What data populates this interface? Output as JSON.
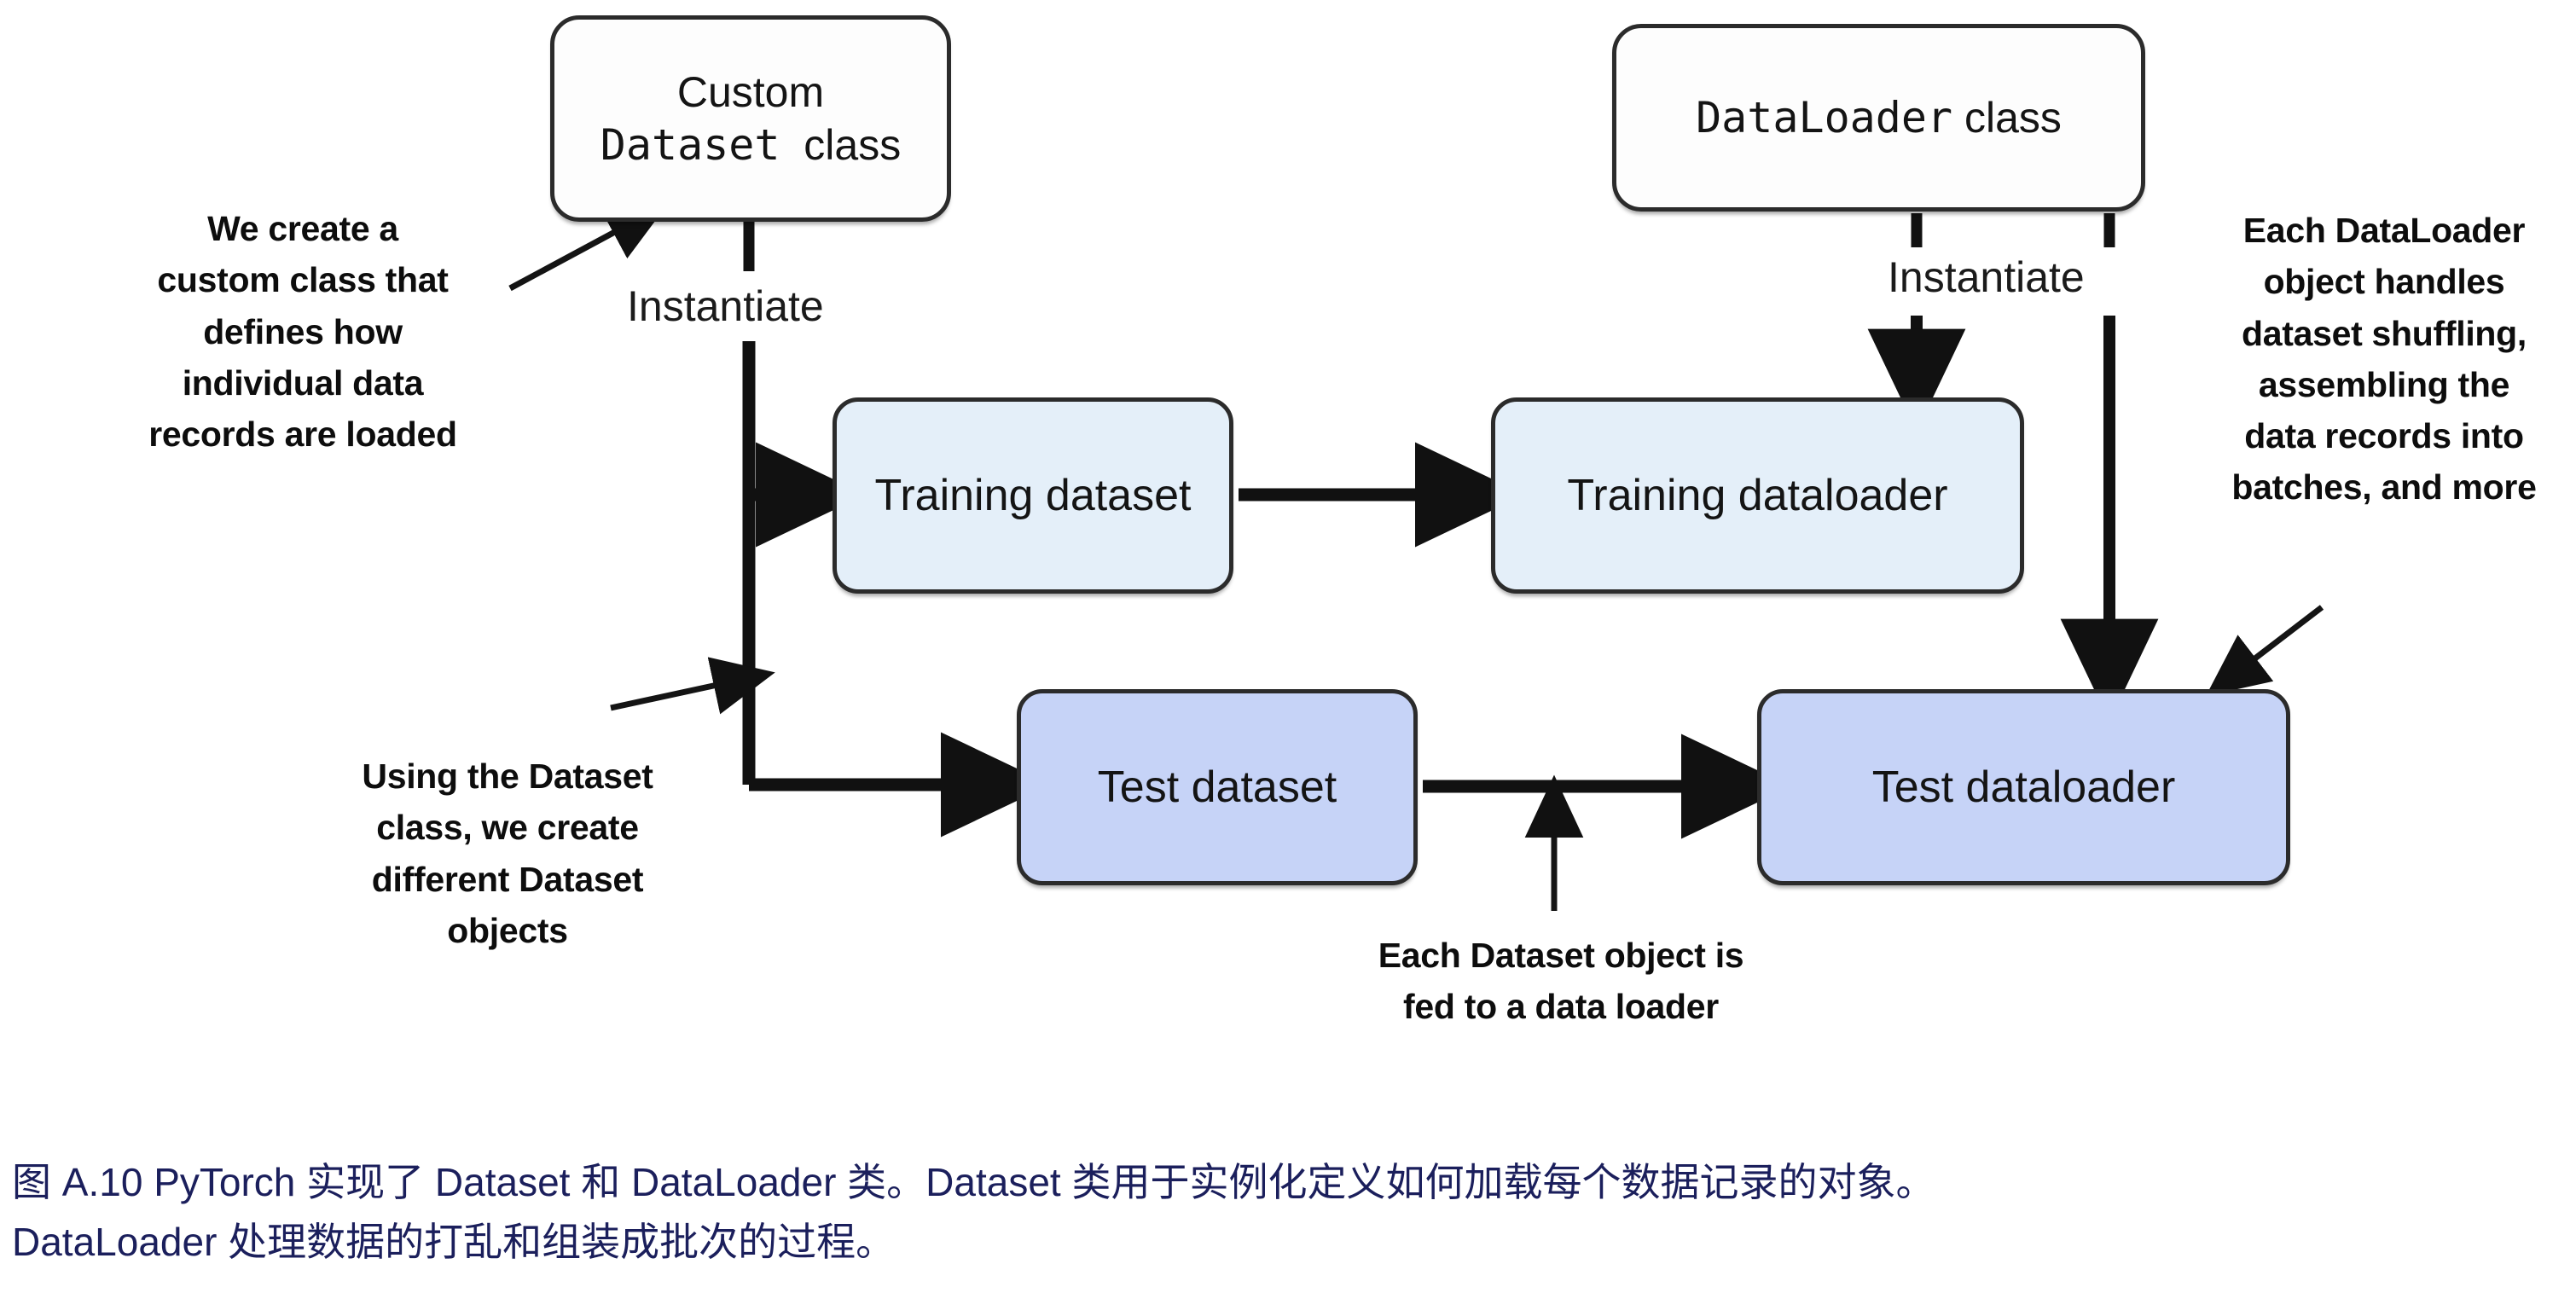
{
  "figure": {
    "nodes": {
      "custom_dataset_class": {
        "line1": "Custom",
        "line2_mono": "Dataset",
        "line2_sans": "class"
      },
      "dataloader_class": {
        "mono": "DataLoader",
        "sans": "class"
      },
      "training_dataset": "Training dataset",
      "training_dataloader": "Training dataloader",
      "test_dataset": "Test dataset",
      "test_dataloader": "Test dataloader"
    },
    "edge_labels": {
      "instantiate_left": "Instantiate",
      "instantiate_right": "Instantiate"
    },
    "annotations": {
      "we_create": "We create a\ncustom class that\ndefines how\nindividual data\nrecords are loaded",
      "using_dataset": "Using the Dataset\nclass, we create\ndifferent Dataset\nobjects",
      "each_dataloader": "Each DataLoader\nobject handles\ndataset shuffling,\nassembling the\ndata records into\nbatches, and more",
      "each_dataset": "Each Dataset object is\nfed to a data loader"
    },
    "caption": "图 A.10 PyTorch 实现了 Dataset 和 DataLoader 类。Dataset 类用于实例化定义如何加载每个数据记录的对象。\nDataLoader 处理数据的打乱和组装成批次的过程。",
    "colors": {
      "training_fill": "#e4eff9",
      "test_fill": "#c6d3f7",
      "class_fill": "#fdfdfd",
      "stroke": "#2b2b2b",
      "caption_text": "#1b1f5c",
      "annotation_text": "#0d0d0d"
    }
  }
}
